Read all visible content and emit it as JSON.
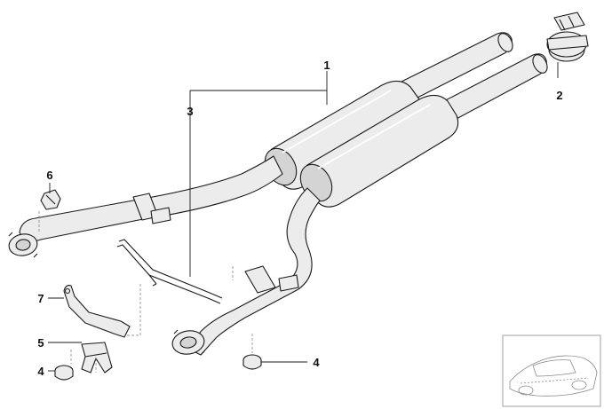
{
  "callouts": [
    {
      "id": "callout-1",
      "label": "1"
    },
    {
      "id": "callout-2",
      "label": "2"
    },
    {
      "id": "callout-3",
      "label": "3"
    },
    {
      "id": "callout-4a",
      "label": "4"
    },
    {
      "id": "callout-4b",
      "label": "4"
    },
    {
      "id": "callout-5",
      "label": "5"
    },
    {
      "id": "callout-6",
      "label": "6"
    },
    {
      "id": "callout-7",
      "label": "7"
    }
  ],
  "colors": {
    "line": "#1a1a1a",
    "fill": "#ececec",
    "background": "#ffffff"
  }
}
